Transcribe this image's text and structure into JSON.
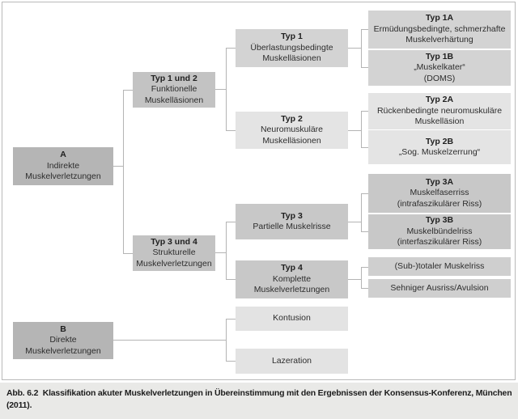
{
  "figure": {
    "caption_label": "Abb. 6.2",
    "caption_line1": "Klassifikation akuter Muskelverletzungen in Übereinstimmung mit den Ergebnissen der Konsensus-Konferenz, München",
    "caption_line2": "(2011)."
  },
  "nodes": {
    "a": {
      "title": "A",
      "line1": "Indirekte",
      "line2": "Muskelverletzungen"
    },
    "b": {
      "title": "B",
      "line1": "Direkte",
      "line2": "Muskelverletzungen"
    },
    "typ12": {
      "title": "Typ 1 und 2",
      "line1": "Funktionelle",
      "line2": "Muskelläsionen"
    },
    "typ34": {
      "title": "Typ 3 und 4",
      "line1": "Strukturelle",
      "line2": "Muskelverletzungen"
    },
    "typ1": {
      "title": "Typ 1",
      "line1": "Überlastungsbedingte",
      "line2": "Muskelläsionen"
    },
    "typ2": {
      "title": "Typ 2",
      "line1": "Neuromuskuläre",
      "line2": "Muskelläsionen"
    },
    "typ3": {
      "title": "Typ 3",
      "line1": "Partielle Muskelrisse"
    },
    "typ4": {
      "title": "Typ 4",
      "line1": "Komplette",
      "line2": "Muskelverletzungen"
    },
    "typ1a": {
      "title": "Typ 1A",
      "line1": "Ermüdungsbedingte, schmerzhafte",
      "line2": "Muskelverhärtung"
    },
    "typ1b": {
      "title": "Typ 1B",
      "line1": "„Muskelkater“",
      "line2": "(DOMS)"
    },
    "typ2a": {
      "title": "Typ 2A",
      "line1": "Rückenbedingte neuromuskuläre",
      "line2": "Muskelläsion"
    },
    "typ2b": {
      "title": "Typ 2B",
      "line1": "„Sog. Muskelzerrung“"
    },
    "typ3a": {
      "title": "Typ 3A",
      "line1": "Muskelfaserriss",
      "line2": "(intrafaszikulärer Riss)"
    },
    "typ3b": {
      "title": "Typ 3B",
      "line1": "Muskelbündelriss",
      "line2": "(interfaszikulärer Riss)"
    },
    "subtotal": {
      "text": "(Sub-)totaler Muskelriss"
    },
    "sehnig": {
      "text": "Sehniger Ausriss/Avulsion"
    },
    "kontusion": {
      "text": "Kontusion"
    },
    "lazeration": {
      "text": "Lazeration"
    }
  },
  "colors": {
    "level1": "#b5b5b5",
    "level2": "#c3c3c3",
    "typ1_family": "#d3d3d3",
    "typ2_family": "#e4e4e4",
    "typ3_family": "#c8c8c8",
    "typ4_children": "#cfcfcf",
    "direct_children": "#e3e3e3",
    "connector": "#b4b4b4",
    "caption_bg": "#e9e9e7"
  }
}
